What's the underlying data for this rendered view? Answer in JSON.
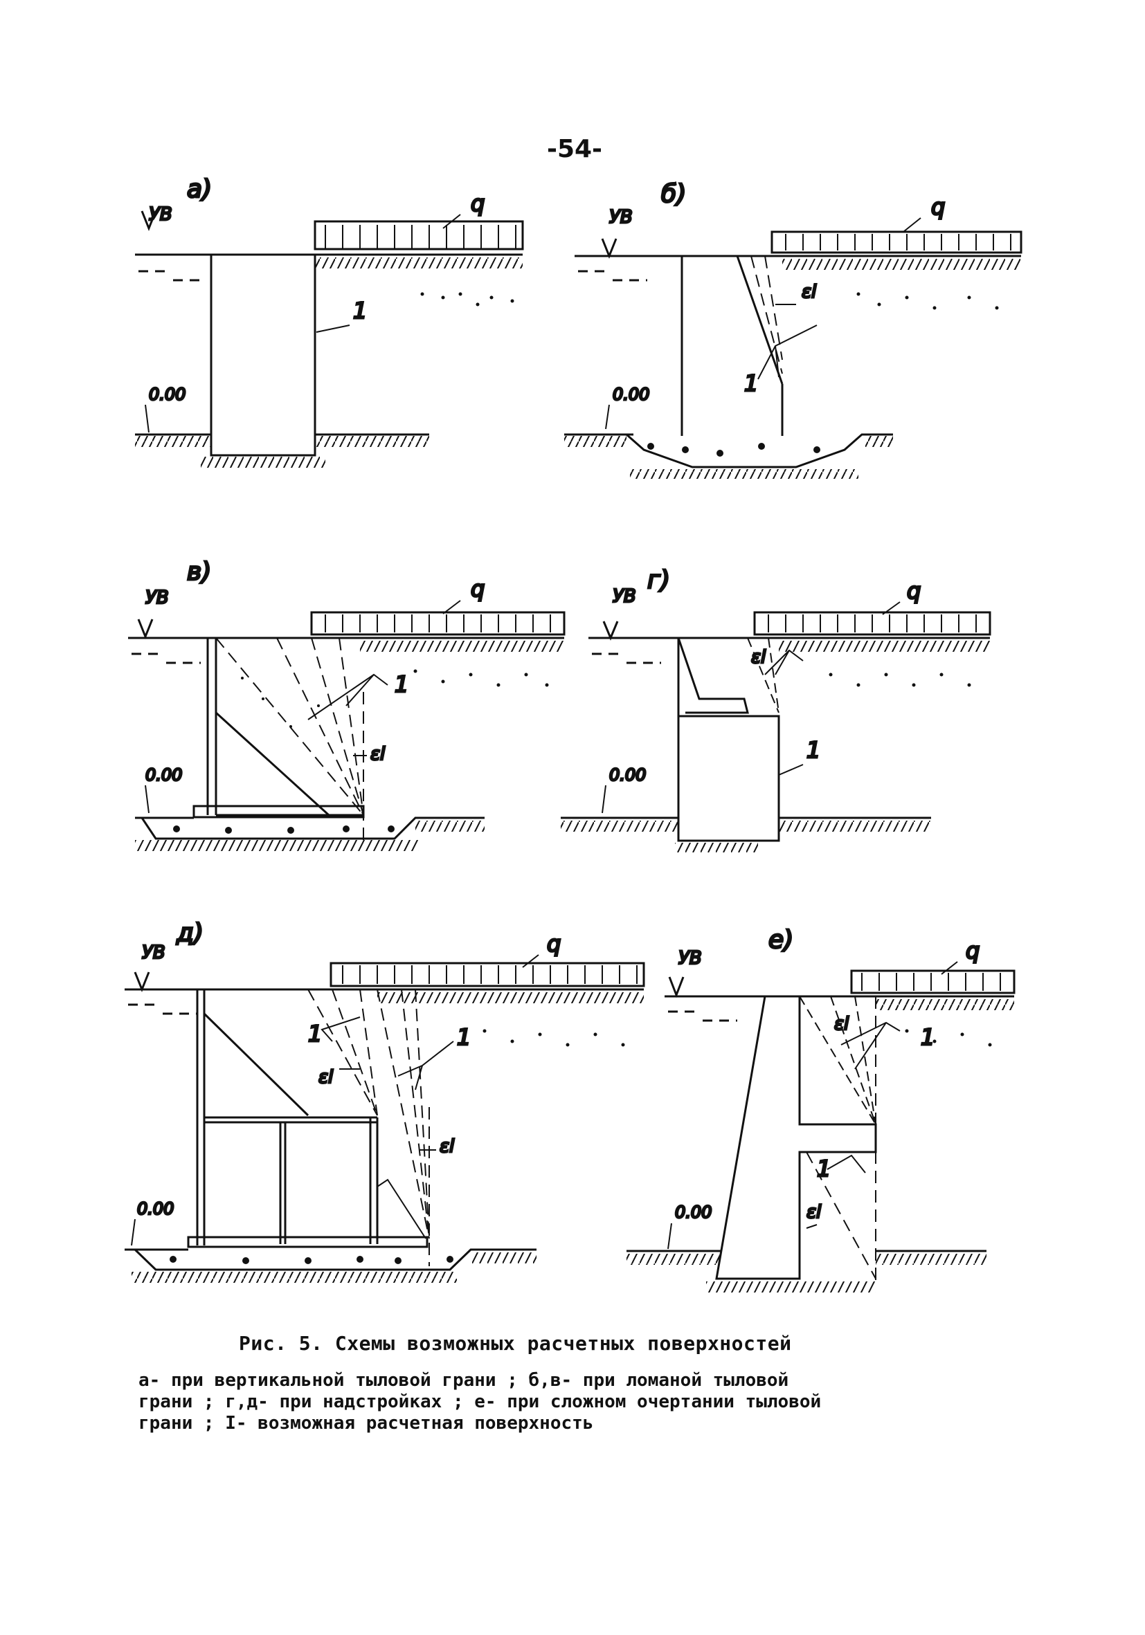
{
  "page_number": "-54-",
  "panels": [
    {
      "id": "a",
      "label": "а)",
      "water_level": "УВ",
      "zero_mark": "0.00",
      "load": "q",
      "surface": "1"
    },
    {
      "id": "b",
      "label": "б)",
      "water_level": "УВ",
      "zero_mark": "0.00",
      "load": "q",
      "surface": "1",
      "angle": "εi"
    },
    {
      "id": "v",
      "label": "в)",
      "water_level": "УВ",
      "zero_mark": "0.00",
      "load": "q",
      "surface": "1",
      "angle": "εi"
    },
    {
      "id": "g",
      "label": "г)",
      "water_level": "УВ",
      "zero_mark": "0.00",
      "load": "q",
      "surface": "1",
      "angle": "εi"
    },
    {
      "id": "d",
      "label": "д)",
      "water_level": "УВ",
      "zero_mark": "0.00",
      "load": "q",
      "surface": "1",
      "surface_2": "1",
      "angle": "εi",
      "angle_2": "εi"
    },
    {
      "id": "e",
      "label": "е)",
      "water_level": "УВ",
      "zero_mark": "0.00",
      "load": "q",
      "surface": "1",
      "surface_2": "1",
      "angle": "εi",
      "angle_2": "εi"
    }
  ],
  "caption": "Рис. 5. Схемы возможных расчетных поверхностей",
  "legend": [
    "а- при вертикальной тыловой грани ;  б,в- при ломаной тыловой",
    "грани ; г,д- при надстройках ; е- при сложном очертании тыловой",
    "грани ; I- возможная расчетная поверхность"
  ]
}
